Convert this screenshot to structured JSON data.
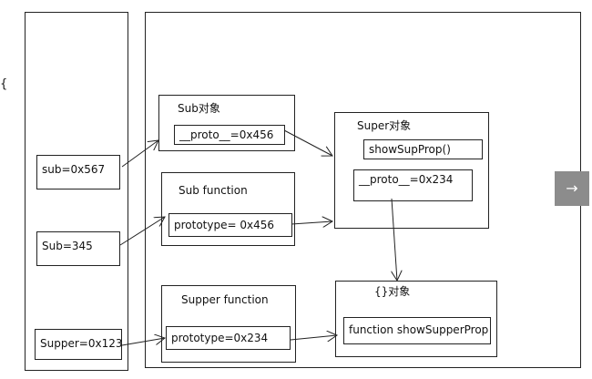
{
  "stack": {
    "brace": "{",
    "vars": [
      {
        "label": "sub=0x567"
      },
      {
        "label": "Sub=345"
      },
      {
        "label": "Supper=0x123"
      }
    ]
  },
  "heap": {
    "sub_object": {
      "title": "Sub对象",
      "proto": "__proto__=0x456"
    },
    "sub_function": {
      "title": "Sub function",
      "prototype": "prototype= 0x456"
    },
    "supper_function": {
      "title": "Supper function",
      "prototype": "prototype=0x234"
    },
    "super_object": {
      "title": "Super对象",
      "method": "showSupProp()",
      "proto": "__proto__=0x234"
    },
    "empty_object": {
      "title": "{}对象",
      "method": "function showSupperProp"
    }
  },
  "nav": {
    "next_icon": "→"
  }
}
